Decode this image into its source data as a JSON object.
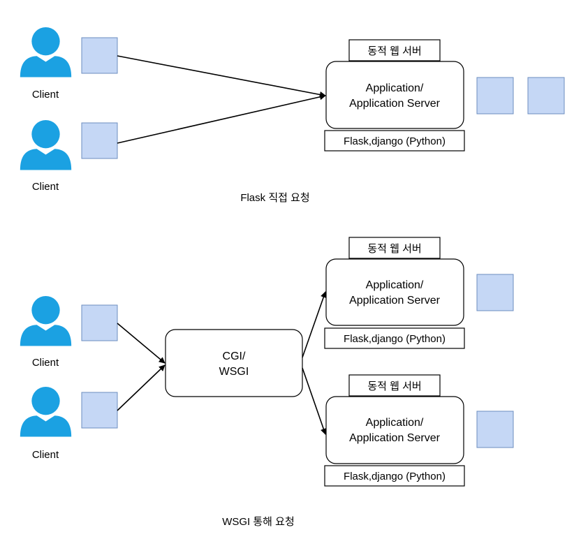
{
  "colors": {
    "person": "#1ba1e2",
    "packet_fill": "#c5d7f5",
    "packet_stroke": "#6c8ebf",
    "line": "#000000"
  },
  "top": {
    "clients": [
      {
        "label": "Client",
        "icon": "person-icon"
      },
      {
        "label": "Client",
        "icon": "person-icon"
      }
    ],
    "server": {
      "header": "동적 웹 서버",
      "body_line1": "Application/",
      "body_line2": "Application Server",
      "footer": "Flask,django (Python)"
    },
    "caption": "Flask 직접 요청"
  },
  "bottom": {
    "clients": [
      {
        "label": "Client",
        "icon": "person-icon"
      },
      {
        "label": "Client",
        "icon": "person-icon"
      }
    ],
    "gateway": {
      "line1": "CGI/",
      "line2": "WSGI"
    },
    "servers": [
      {
        "header": "동적 웹 서버",
        "body_line1": "Application/",
        "body_line2": "Application Server",
        "footer": "Flask,django (Python)"
      },
      {
        "header": "동적 웹 서버",
        "body_line1": "Application/",
        "body_line2": "Application Server",
        "footer": "Flask,django (Python)"
      }
    ],
    "caption": "WSGI 통해 요청"
  }
}
